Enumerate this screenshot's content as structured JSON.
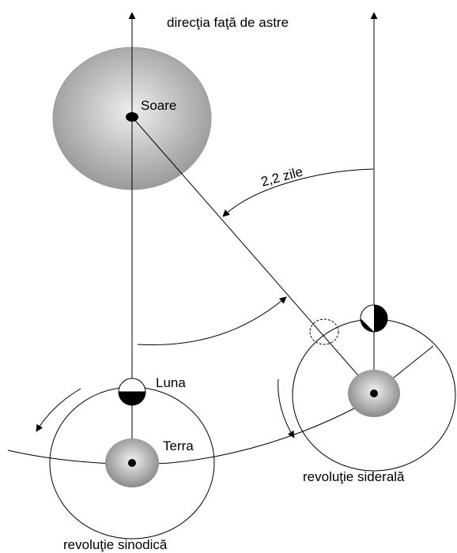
{
  "labels": {
    "direction": "direcţia faţă de astre",
    "sun": "Soare",
    "interval": "2,2 zile",
    "moon": "Luna",
    "earth": "Terra",
    "sidereal": "revoluţie siderală",
    "synodic": "revoluţie sinodică"
  },
  "colors": {
    "line": "#000000",
    "sun_center": "#eeeeee",
    "sun_edge": "#9a9a9a",
    "earth_center": "#f2f2f2",
    "earth_edge": "#8a8a8a"
  }
}
